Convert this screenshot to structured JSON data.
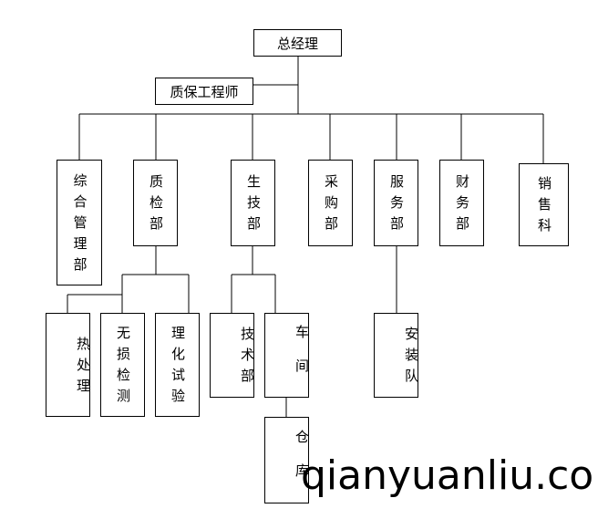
{
  "org": {
    "ceo": "总经理",
    "qa_engineer": "质保工程师",
    "general_mgmt": "综合管理部",
    "quality": "质检部",
    "production": "生技部",
    "purchasing": "采购部",
    "service": "服务部",
    "finance": "财务部",
    "sales": "销售科",
    "heat_treatment": "热处理",
    "ndt": "无损检测",
    "lab_test": "理化试验",
    "tech": "技术部",
    "workshop": "车间",
    "install_team": "安装队",
    "warehouse": "仓库"
  },
  "watermark": "qianyuanliu.co",
  "colors": {
    "line": "#000000",
    "box_border": "#000000",
    "background": "#ffffff"
  }
}
